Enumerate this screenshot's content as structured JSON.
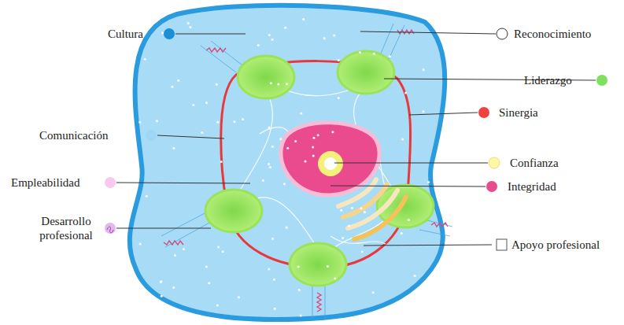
{
  "diagram": {
    "labels": [
      "Cultura",
      "Reconocimiento",
      "Liderazgo",
      "Sinergia",
      "Comunicación",
      "Confianza",
      "Empleabilidad",
      "Integridad",
      "Desarrollo profesional",
      "Apoyo profesional"
    ]
  }
}
